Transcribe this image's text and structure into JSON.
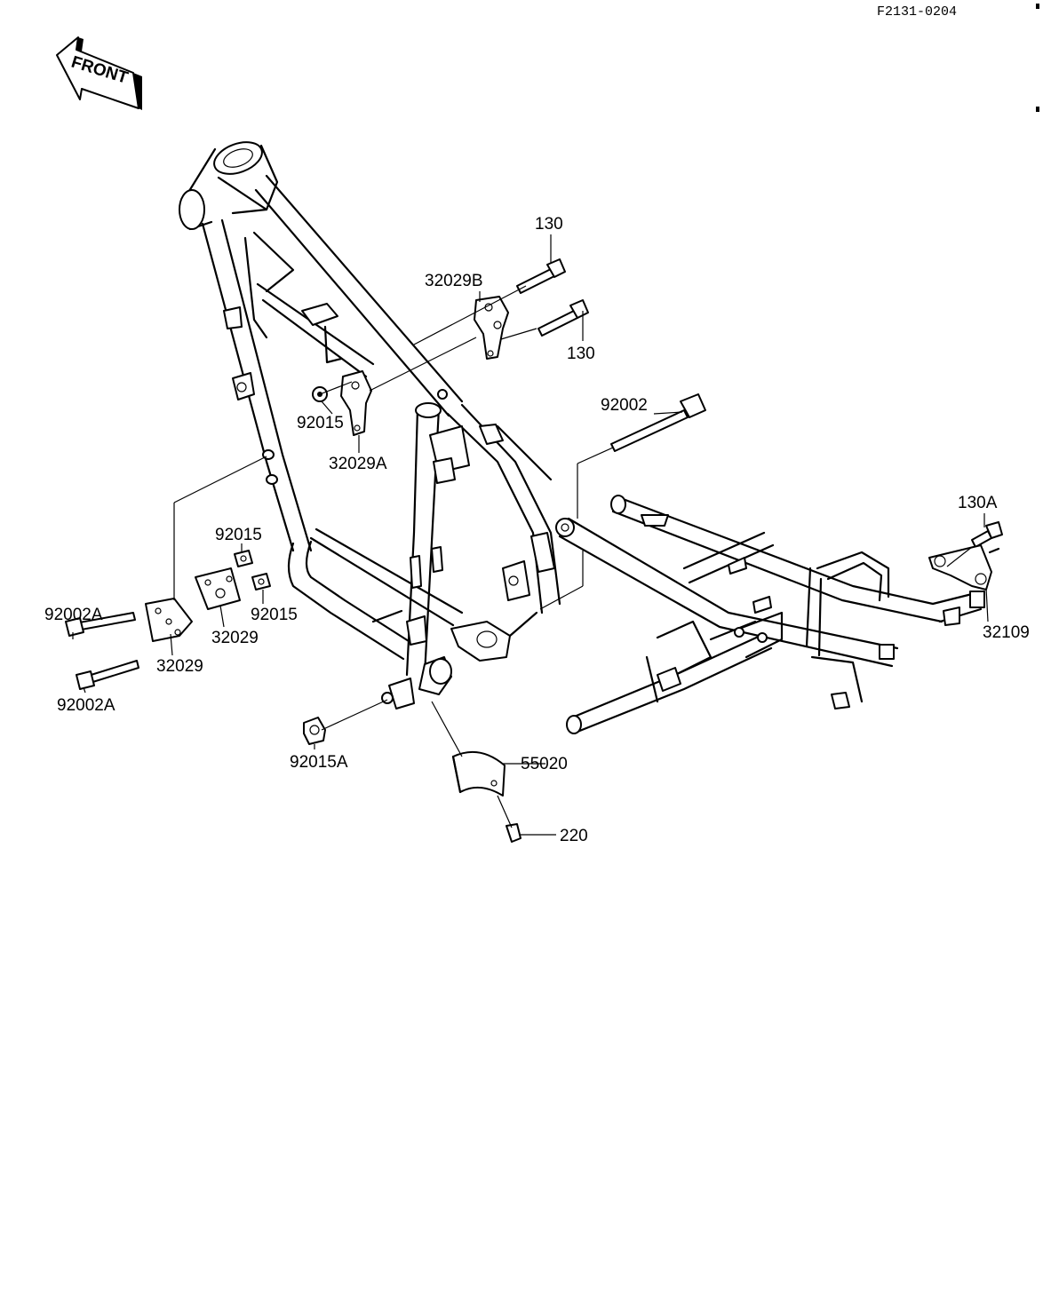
{
  "diagram_code": "F2131-0204",
  "front_arrow": {
    "label": "FRONT"
  },
  "callouts": {
    "bolt_130_upper": "130",
    "bolt_130_lower": "130",
    "bracket_32029b": "32029B",
    "nut_92015_frame": "92015",
    "bracket_32029a": "32029A",
    "bolt_92002": "92002",
    "bolt_130a": "130A",
    "bracket_32109": "32109",
    "nut_92015_top": "92015",
    "nut_92015_mid": "92015",
    "bracket_32029_center": "32029",
    "bracket_32029_left": "32029",
    "bolt_92002a_upper": "92002A",
    "bolt_92002a_lower": "92002A",
    "nut_92015a": "92015A",
    "cover_55020": "55020",
    "screw_220": "220"
  }
}
